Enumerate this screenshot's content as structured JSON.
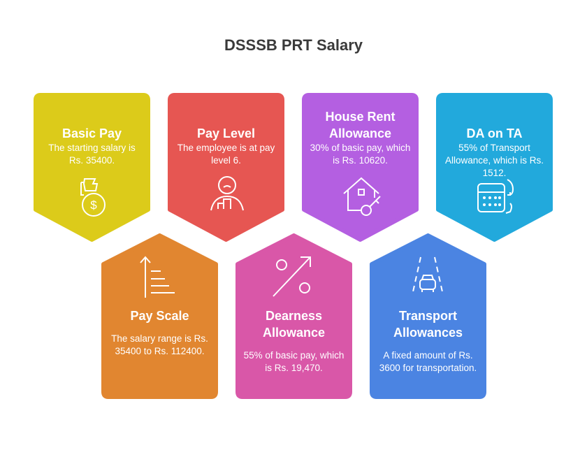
{
  "title": "DSSSB PRT Salary",
  "colors": {
    "basic": "#dccb1a",
    "level": "#e65652",
    "hra": "#b45fe1",
    "da_ta": "#22a9dc",
    "scale": "#e18630",
    "da": "#d957a8",
    "ta": "#4b84e2"
  },
  "cards": [
    {
      "title": "Basic Pay",
      "desc": "The starting salary is Rs. 35400.",
      "icon": "money-bag-icon"
    },
    {
      "title": "Pay Level",
      "desc": "The employee is at pay level 6.",
      "icon": "person-levels-icon"
    },
    {
      "title": "House Rent Allowance",
      "desc": "30% of basic pay, which is Rs. 10620.",
      "icon": "house-key-icon"
    },
    {
      "title": "DA on TA",
      "desc": "55% of Transport Allowance, which is Rs. 1512.",
      "icon": "calculator-icon"
    },
    {
      "title": "Pay Scale",
      "desc": "The salary range is Rs. 35400 to Rs. 112400.",
      "icon": "scale-up-icon"
    },
    {
      "title": "Dearness Allowance",
      "desc": "55% of basic pay, which is Rs. 19,470.",
      "icon": "percent-icon"
    },
    {
      "title": "Transport Allowances",
      "desc": "A fixed amount of Rs. 3600 for transportation.",
      "icon": "car-road-icon"
    }
  ]
}
